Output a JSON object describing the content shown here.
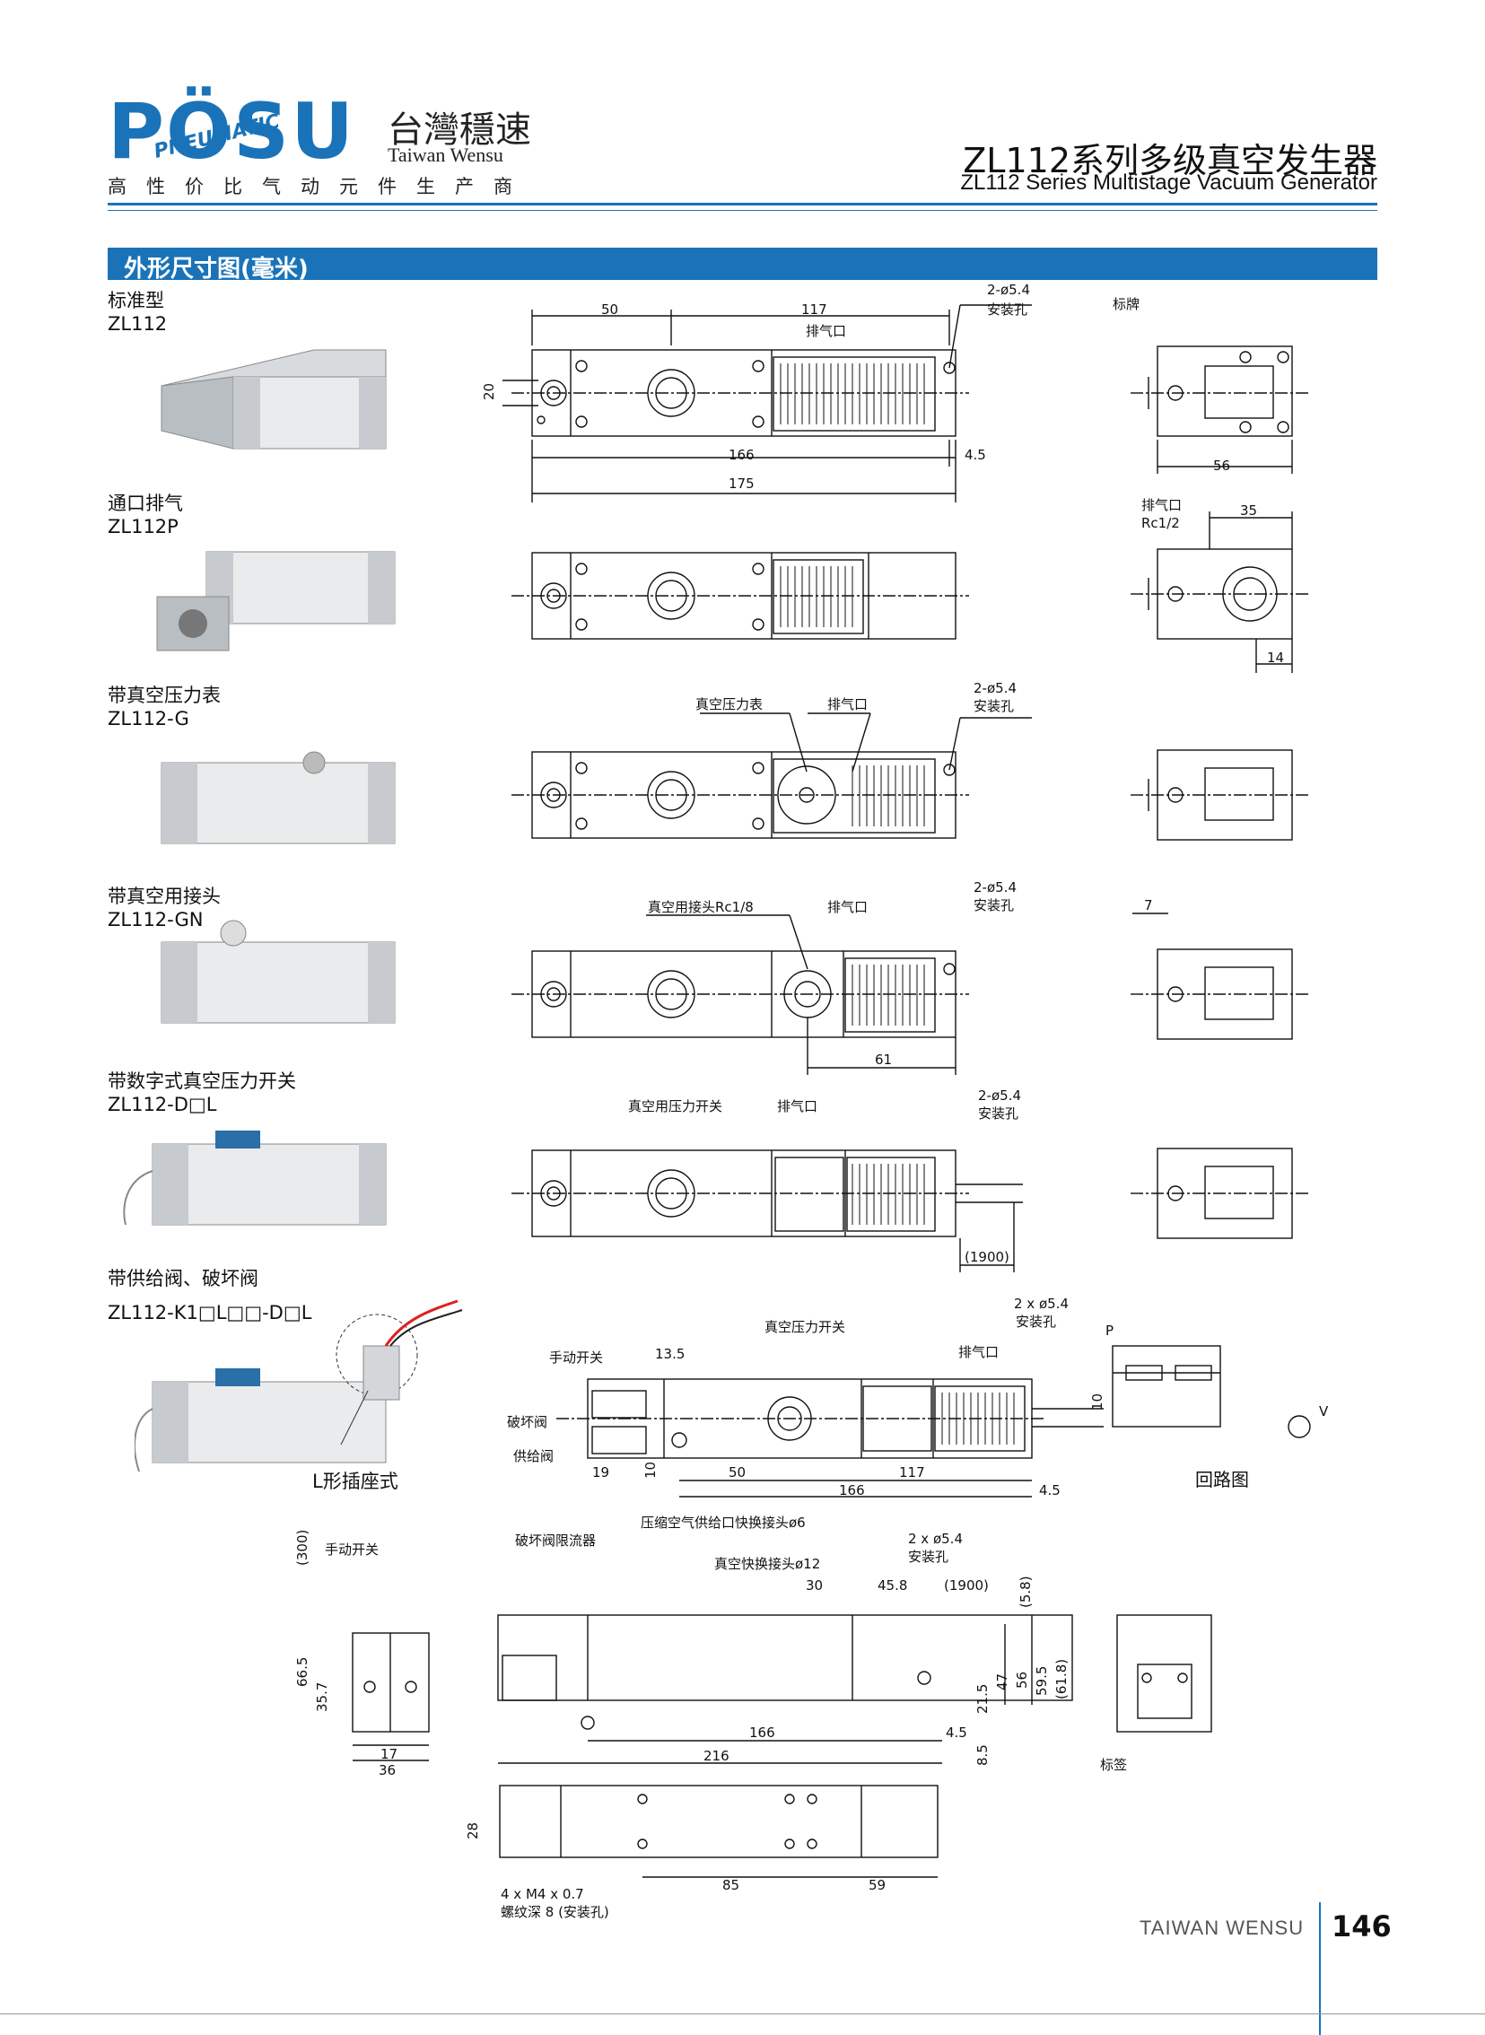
{
  "header": {
    "logo_text": "PÖSU",
    "logo_sub": "PNEUMATIC",
    "brand_cn": "台灣穩速",
    "brand_en": "Taiwan Wensu",
    "slogan": "高性价比气动元件生产商",
    "title_cn": "ZL112系列多级真空发生器",
    "title_en": "ZL112 Series Multistage Vacuum Generator"
  },
  "section": {
    "title": "外形尺寸图(毫米)"
  },
  "variants": [
    {
      "name": "标准型",
      "model": "ZL112"
    },
    {
      "name": "通口排气",
      "model": "ZL112P"
    },
    {
      "name": "带真空压力表",
      "model": "ZL112-G"
    },
    {
      "name": "带真空用接头",
      "model": "ZL112-GN"
    },
    {
      "name": "带数字式真空压力开关",
      "model": "ZL112-D□L"
    },
    {
      "name": "带供给阀、破坏阀",
      "model": "ZL112-K1□L□□-D□L"
    }
  ],
  "photo_caption_l": "L形插座式",
  "dims": {
    "d50": "50",
    "d117": "117",
    "d20": "20",
    "d166": "166",
    "d4_5": "4.5",
    "d175": "175",
    "mount_hole": "2-ø5.4",
    "mount_hole_cn": "安装孔",
    "exhaust": "排气口",
    "nameplate": "标牌",
    "d56": "56",
    "exhaust_rc": "排气口",
    "rc12": "Rc1/2",
    "d35": "35",
    "d14": "14",
    "gauge": "真空压力表",
    "vac_conn": "真空用接头Rc1/8",
    "d61": "61",
    "d7": "7",
    "vac_switch": "真空用压力开关",
    "d1900": "(1900)",
    "mount_hole2": "2 x ø5.4",
    "press_switch": "真空压力开关",
    "manual": "手动开关",
    "d13_5": "13.5",
    "break_valve": "破坏阀",
    "supply_valve": "供给阀",
    "d19": "19",
    "d10": "10",
    "circuit": "回路图",
    "p": "P",
    "v": "V",
    "d300": "(300)",
    "d66_5": "66.5",
    "d35_7": "35.7",
    "d17": "17",
    "d36": "36",
    "break_flow": "破坏阀限流器",
    "air_quick": "压缩空气供给口快换接头ø6",
    "vac_quick": "真空快换接头ø12",
    "d30": "30",
    "d45_8": "45.8",
    "d5_8": "(5.8)",
    "d21_5": "21.5",
    "d47": "47",
    "d56b": "56",
    "d59_5": "59.5",
    "d61_8": "(61.8)",
    "d8_5": "8.5",
    "d216": "216",
    "label": "标签",
    "d28": "28",
    "d85": "85",
    "d59": "59",
    "m4": "4 x M4 x 0.7",
    "m4_depth": "螺纹深 8 (安装孔)"
  },
  "footer": {
    "brand": "TAIWAN WENSU",
    "page": "146"
  },
  "colors": {
    "accent": "#1a73b8"
  }
}
